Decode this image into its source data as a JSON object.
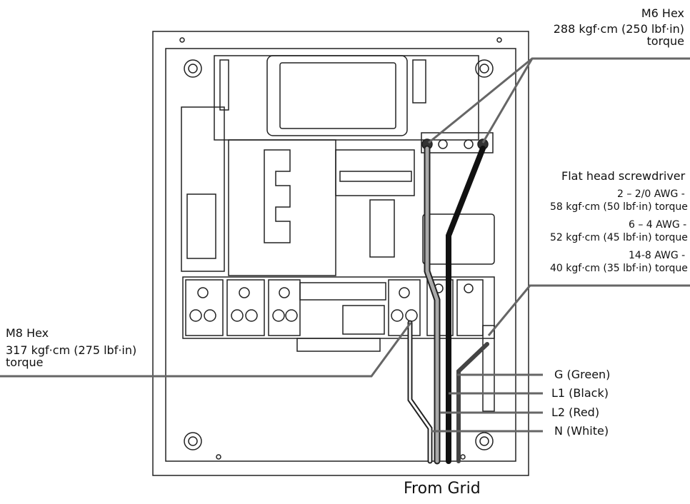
{
  "callouts": {
    "m6": {
      "title": "M6 Hex",
      "spec": "288 kgf·cm (250 lbf·in)",
      "torque": "torque"
    },
    "screwdriver": {
      "title": "Flat head screwdriver",
      "rows": [
        {
          "awg": "2 – 2/0 AWG -",
          "spec": "58 kgf·cm (50 lbf·in) torque"
        },
        {
          "awg": "6 – 4 AWG -",
          "spec": "52 kgf·cm (45 lbf·in) torque"
        },
        {
          "awg": "14-8 AWG -",
          "spec": "40 kgf·cm (35 lbf·in) torque"
        }
      ]
    },
    "m8": {
      "title": "M8 Hex",
      "spec": "317 kgf·cm (275 lbf·in)",
      "torque": "torque"
    }
  },
  "wires": [
    "G (Green)",
    "L1 (Black)",
    "L2 (Red)",
    "N (White)"
  ],
  "footer": "From Grid"
}
